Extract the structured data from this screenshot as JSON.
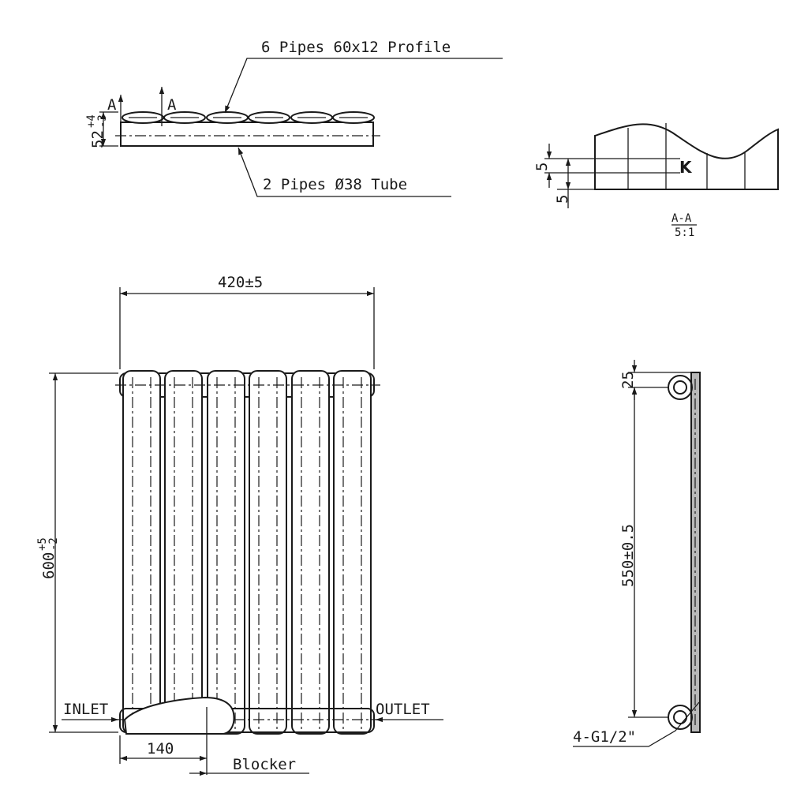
{
  "labels": {
    "profile_pipes": "6 Pipes 60x12 Profile",
    "tube_pipes": "2 Pipes Ø38 Tube",
    "section_a_left": "A",
    "section_a_right": "A",
    "depth_base": "52",
    "depth_tol_plus": "+4",
    "depth_tol_minus": "-3",
    "section_dim_top": "5",
    "section_dim_bottom": "5",
    "section_marker": "K",
    "section_title": "A-A",
    "section_scale": "5:1",
    "width": "420±5",
    "height_base": "600",
    "height_tol_plus": "+5",
    "height_tol_minus": "-2",
    "inlet": "INLET",
    "outlet": "OUTLET",
    "inlet_offset": "140",
    "blocker": "Blocker",
    "top_offset": "25",
    "centers": "550±0.5",
    "connections": "4-G1/2\""
  }
}
